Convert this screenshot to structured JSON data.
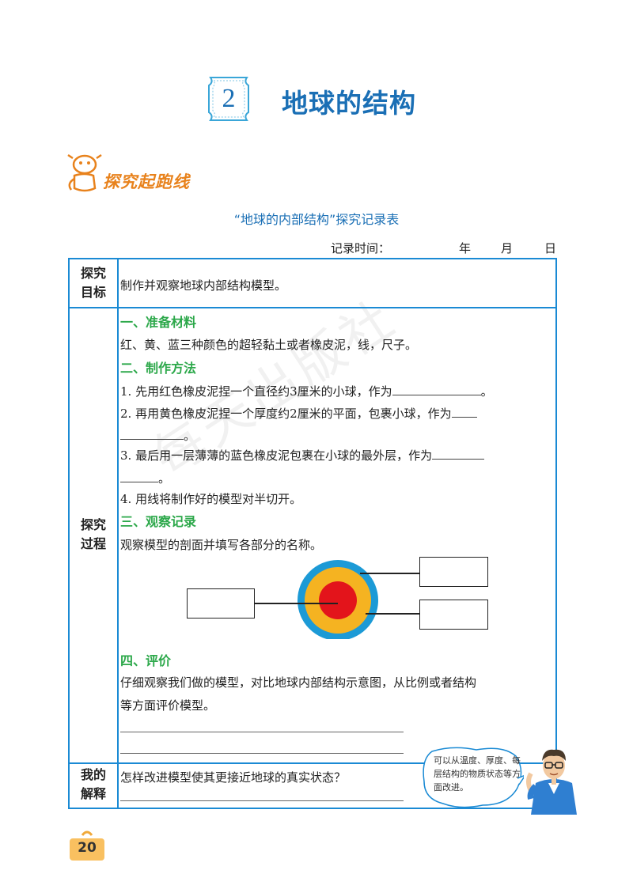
{
  "lesson": {
    "number": "2",
    "title": "地球的结构"
  },
  "section_banner": "探究起跑线",
  "table_title": "“地球的内部结构”探究记录表",
  "record_time": {
    "label": "记录时间：",
    "year": "年",
    "month": "月",
    "day": "日"
  },
  "rows": {
    "goal": {
      "heading_line1": "探究",
      "heading_line2": "目标",
      "text": "制作并观察地球内部结构模型。"
    },
    "process": {
      "heading_line1": "探究",
      "heading_line2": "过程",
      "materials_heading": "一、准备材料",
      "materials_text": "红、黄、蓝三种颜色的超轻黏土或者橡皮泥，线，尺子。",
      "method_heading": "二、制作方法",
      "step1": "1.  先用红色橡皮泥捏一个直径约3厘米的小球，作为",
      "step1_end": "。",
      "step2": "2.  再用黄色橡皮泥捏一个厚度约2厘米的平面，包裹小球，作为",
      "step2_end": "。",
      "step3": "3.  最后用一层薄薄的蓝色橡皮泥包裹在小球的最外层，作为",
      "step3_end": "。",
      "step4": "4.  用线将制作好的模型对半切开。",
      "observe_heading": "三、观察记录",
      "observe_text": "观察模型的剖面并填写各部分的名称。",
      "evaluate_heading": "四、评价",
      "evaluate_line1": "仔细观察我们做的模型，对比地球内部结构示意图，从比例或者结构",
      "evaluate_line2": "等方面评价模型。"
    },
    "explain": {
      "heading_line1": "我的",
      "heading_line2": "解释",
      "question": "怎样改进模型使其更接近地球的真实状态？"
    }
  },
  "tip_bubble": "可以从温度、厚度、每层结构的物质状态等方面改进。",
  "page_number": "20",
  "watermark": "每天出版社",
  "colors": {
    "accent_blue": "#1a8ad4",
    "title_blue": "#1a6fb5",
    "heading_green": "#2ca84a",
    "banner_orange": "#e8821c",
    "crust_blue": "#1c9ad6",
    "mantle_yellow": "#f5b321",
    "core_red": "#e3141b"
  }
}
